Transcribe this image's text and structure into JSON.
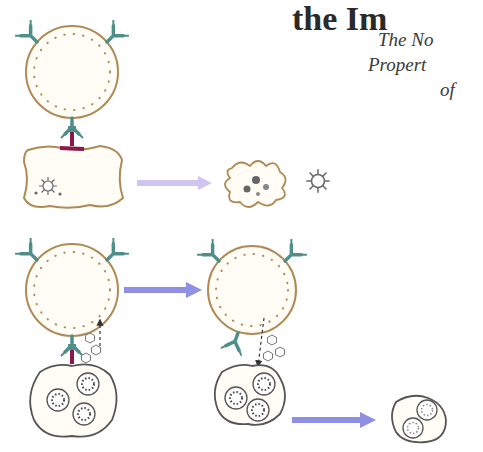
{
  "diagram": {
    "title": "the Im",
    "labels": [
      "The No",
      "Propert",
      "of"
    ]
  }
}
